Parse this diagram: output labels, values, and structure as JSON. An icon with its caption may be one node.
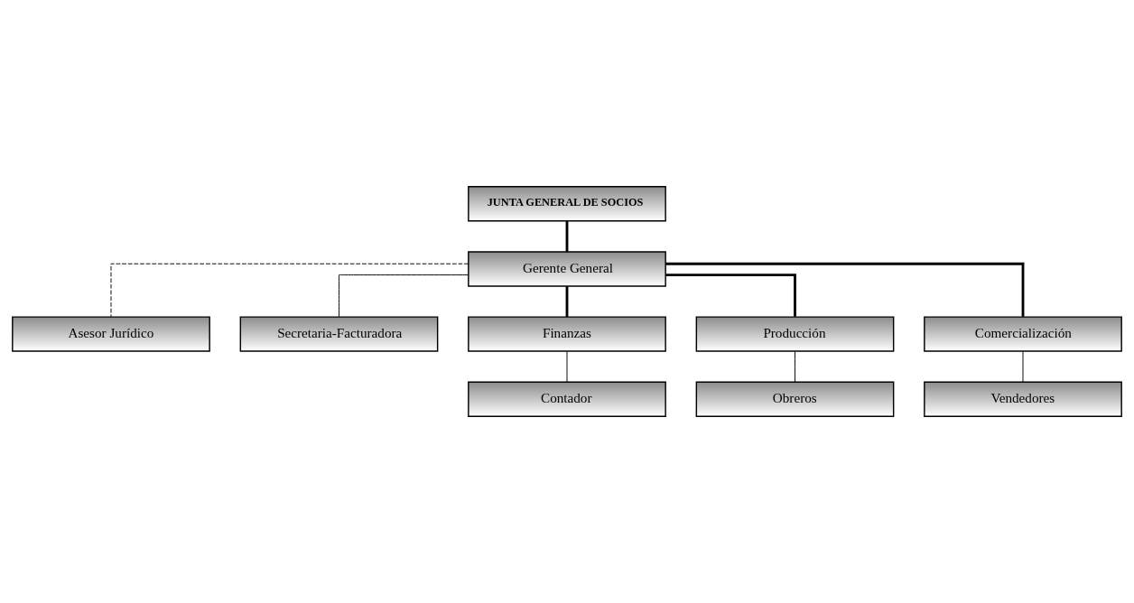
{
  "diagram": {
    "nodes": [
      {
        "text": [
          "JUNTA GENERAL DE SOCIOS"
        ]
      },
      {
        "text": [
          "Gerente General"
        ]
      },
      {
        "text": [
          "Asesor Jurídico"
        ]
      },
      {
        "text": [
          "Secretaria-Facturadora"
        ]
      },
      {
        "text": [
          "Finanzas"
        ]
      },
      {
        "text": [
          "Producción"
        ]
      },
      {
        "text": [
          "Comercialización"
        ]
      },
      {
        "text": [
          "Contador"
        ]
      },
      {
        "text": [
          "Obreros"
        ]
      },
      {
        "text": [
          "Vendedores"
        ]
      }
    ],
    "edges": [
      {
        "from": 0,
        "to": 1,
        "arrow": "none",
        "style": "thick"
      },
      {
        "from": 1,
        "to": 2,
        "arrow": "none",
        "style": "dashed"
      },
      {
        "from": 1,
        "to": 3,
        "arrow": "none"
      },
      {
        "from": 1,
        "to": 4,
        "arrow": "none",
        "style": "thick"
      },
      {
        "from": 1,
        "to": 5,
        "arrow": "none",
        "style": "thick"
      },
      {
        "from": 1,
        "to": 6,
        "arrow": "none",
        "style": "thick"
      },
      {
        "from": 4,
        "to": 7,
        "arrow": "none"
      },
      {
        "from": 5,
        "to": 8,
        "arrow": "none"
      },
      {
        "from": 6,
        "to": 9,
        "arrow": "none"
      }
    ]
  }
}
